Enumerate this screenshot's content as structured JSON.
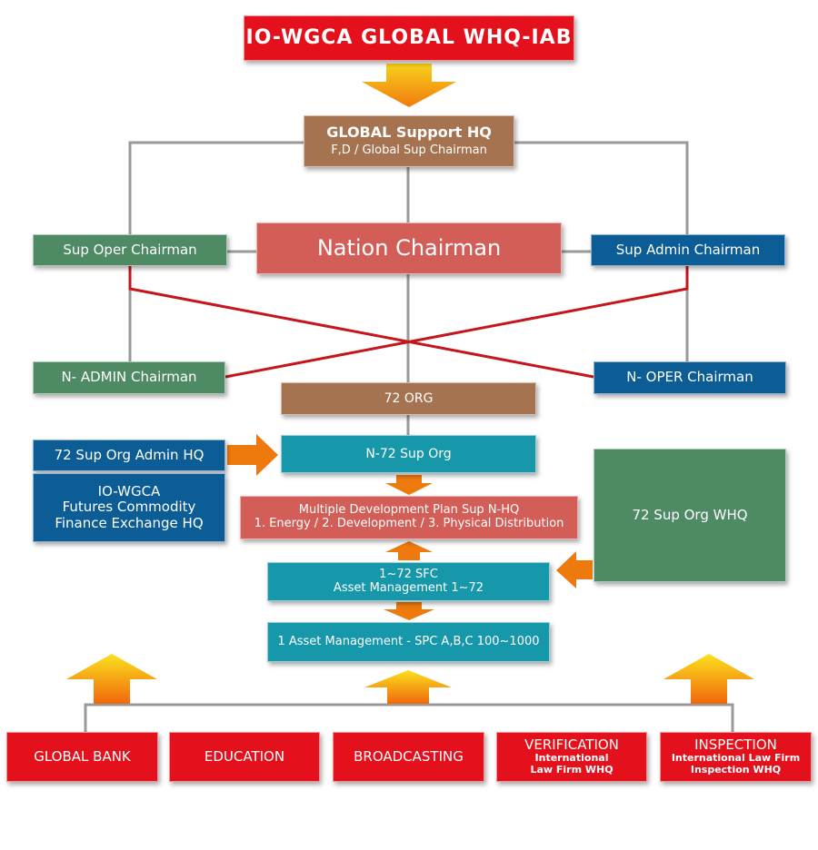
{
  "top": {
    "title": "IO-WGCA GLOBAL WHQ-IAB"
  },
  "global_support": {
    "title": "GLOBAL Support HQ",
    "subtitle": "F,D / Global Sup Chairman"
  },
  "nation_chairman": "Nation Chairman",
  "sup_oper_chairman": "Sup Oper Chairman",
  "sup_admin_chairman": "Sup Admin Chairman",
  "n_admin_chairman": "N- ADMIN Chairman",
  "n_oper_chairman": "N- OPER Chairman",
  "org_72": "72 ORG",
  "sup_org_admin_hq": "72 Sup Org Admin HQ",
  "futures_exchange": {
    "line1": "IO-WGCA",
    "line2": "Futures Commodity",
    "line3": "Finance Exchange HQ"
  },
  "n72_sup_org": "N-72 Sup Org",
  "sup_org_whq": "72 Sup Org WHQ",
  "dev_plan": {
    "line1": "Multiple Development Plan Sup N-HQ",
    "line2": "1. Energy / 2. Development / 3. Physical Distribution"
  },
  "sfc": {
    "line1": "1~72 SFC",
    "line2": "Asset Management 1~72"
  },
  "asset_management": "1 Asset Management - SPC A,B,C 100~1000",
  "bottom": {
    "global_bank": "GLOBAL BANK",
    "education": "EDUCATION",
    "broadcasting": "BROADCASTING",
    "verification": {
      "title": "VERIFICATION",
      "line1": "International",
      "line2": "Law Firm WHQ"
    },
    "inspection": {
      "title": "INSPECTION",
      "line1": "International Law Firm",
      "line2": "Inspection WHQ"
    }
  },
  "colors": {
    "red": "#e4111c",
    "brown": "#a67350",
    "green": "#4e8a64",
    "blue": "#0c5c96",
    "coral": "#d35e57",
    "teal": "#1798aa",
    "orange_arrow": "#ee7a0e",
    "yellow_arrow": "#f9c20a",
    "connector_gray": "#999999",
    "connector_red": "#c4161c"
  }
}
